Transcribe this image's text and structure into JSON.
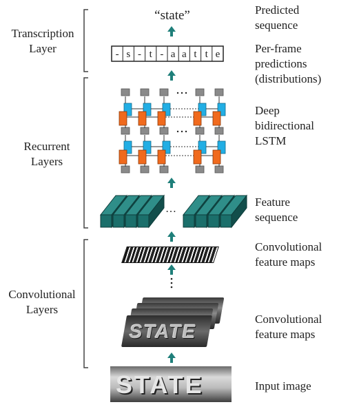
{
  "layers": {
    "transcription": "Transcription\nLayer",
    "recurrent": "Recurrent\nLayers",
    "convolutional": "Convolutional\nLayers"
  },
  "descriptions": {
    "predicted_sequence": "Predicted\nsequence",
    "per_frame": "Per-frame\npredictions\n(distributions)",
    "lstm": "Deep\nbidirectional\nLSTM",
    "feature_sequence": "Feature\nsequence",
    "conv_maps_top": "Convolutional\nfeature maps",
    "conv_maps_bottom": "Convolutional\nfeature maps",
    "input_image": "Input image"
  },
  "output_word": "“state”",
  "frame_chars": [
    "-",
    "s",
    "-",
    "t",
    "-",
    "a",
    "a",
    "t",
    "t",
    "e"
  ],
  "image_word": "STATE",
  "ellipsis": "…",
  "colors": {
    "arrow": "#1f7f7a",
    "teal": "#1b6f6b",
    "lstm_blue": "#22aee4",
    "lstm_orange": "#f06a1d",
    "gray": "#8a8a8a"
  }
}
